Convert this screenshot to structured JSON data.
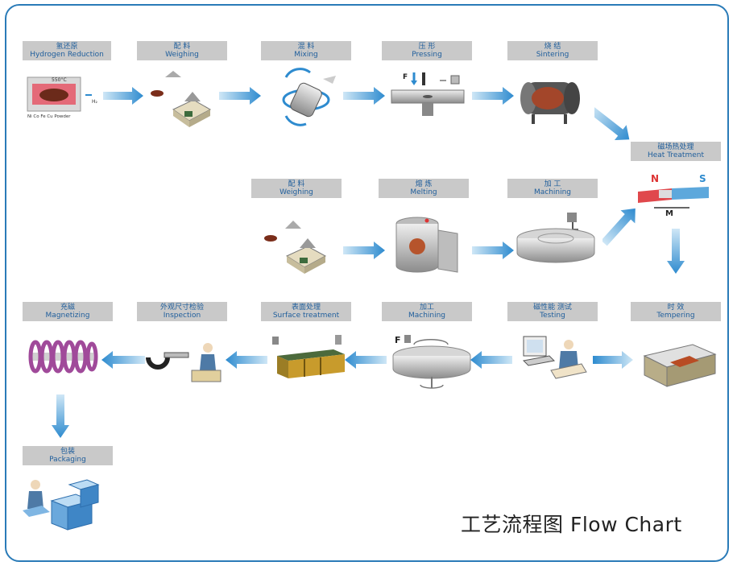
{
  "title": "工艺流程图 Flow Chart",
  "steps": {
    "hydrogen_reduction": {
      "zh": "氢还原",
      "en": "Hydrogen Reduction"
    },
    "weighing1": {
      "zh": "配 料",
      "en": "Weighing"
    },
    "mixing": {
      "zh": "混 料",
      "en": "Mixing"
    },
    "pressing": {
      "zh": "压 形",
      "en": "Pressing"
    },
    "sintering": {
      "zh": "烧 结",
      "en": "Sintering"
    },
    "heat_treatment": {
      "zh": "磁场热处理",
      "en": "Heat Treatment"
    },
    "weighing2": {
      "zh": "配 料",
      "en": "Weighing"
    },
    "melting": {
      "zh": "熔 炼",
      "en": "Melting"
    },
    "machining1": {
      "zh": "加 工",
      "en": "Machining"
    },
    "tempering": {
      "zh": "时 效",
      "en": "Tempering"
    },
    "testing": {
      "zh": "磁性能 测试",
      "en": "Testing"
    },
    "machining2": {
      "zh": "加工",
      "en": "Machining"
    },
    "surface": {
      "zh": "表面处理",
      "en": "Surface treatment"
    },
    "inspection": {
      "zh": "外观尺寸检验",
      "en": "Inspection"
    },
    "magnetizing": {
      "zh": "充磁",
      "en": "Magnetizing"
    },
    "packaging": {
      "zh": "包装",
      "en": "Packaging"
    }
  },
  "illustrations": {
    "temp": "550°C",
    "powder": "Ni Co Fe Cu Powder",
    "h2": "H₂",
    "force": "F",
    "force2": "F",
    "north": "N",
    "south": "S",
    "magnet_m": "M"
  },
  "colors": {
    "frame": "#2a7bb8",
    "label_bg": "#c9c9c9",
    "label_text": "#1f5e9c",
    "arrow": "#4a9fd4"
  }
}
